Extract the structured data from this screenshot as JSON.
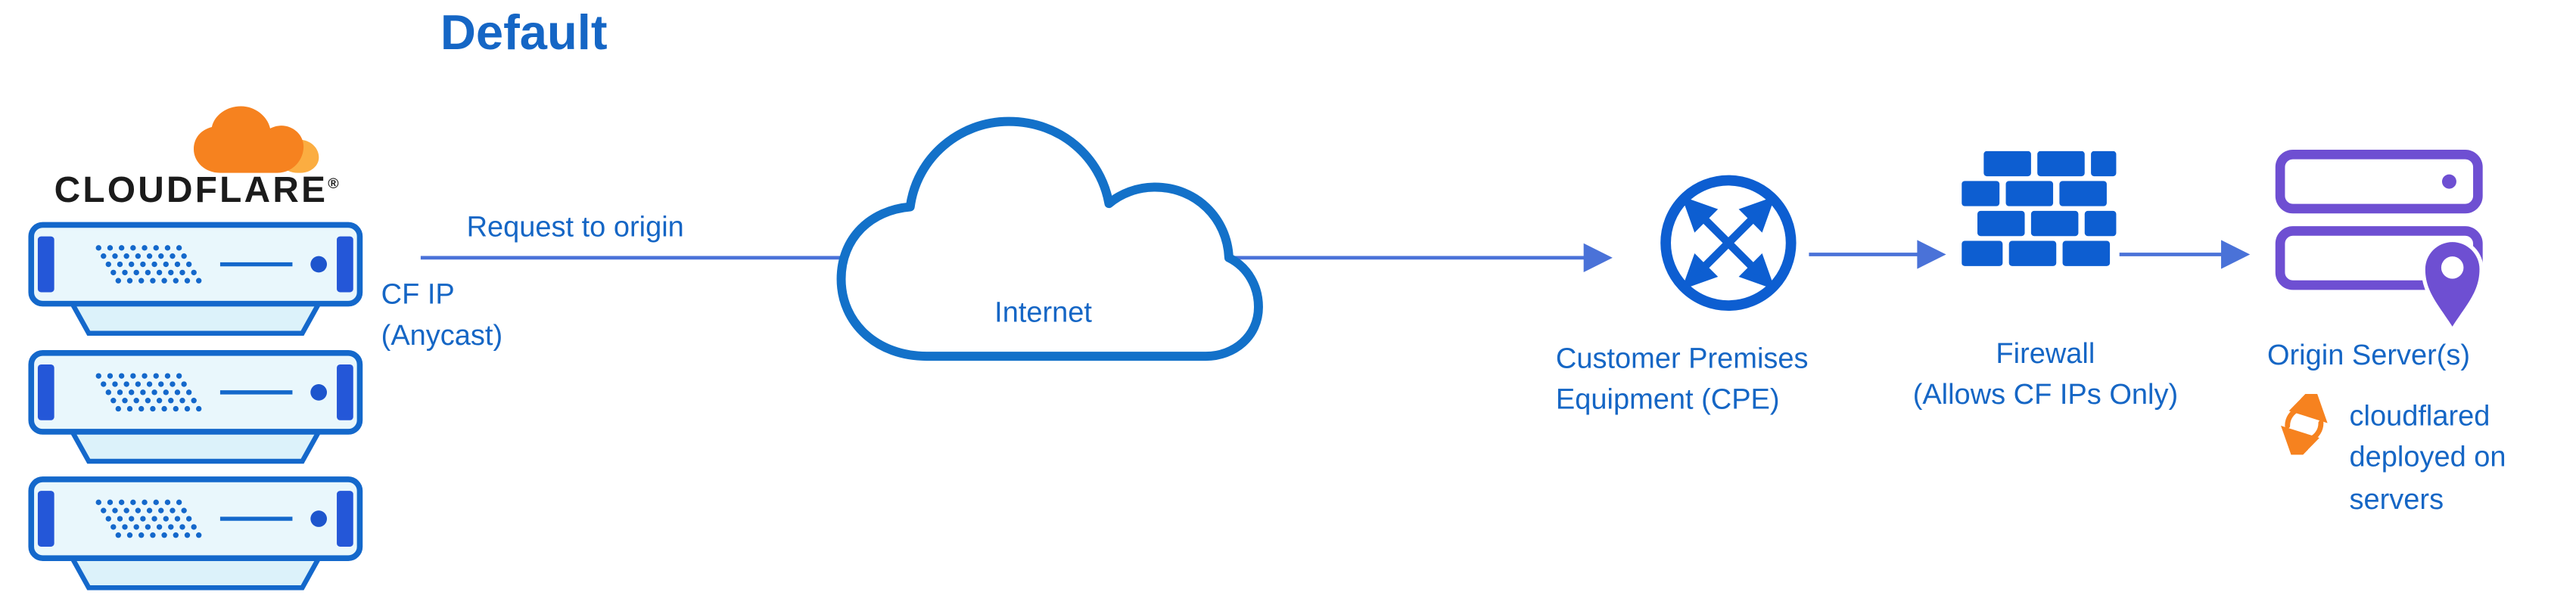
{
  "title": "Default",
  "colors": {
    "text_blue": "#1566c5",
    "icon_blue": "#0d5ed1",
    "arrow_blue": "#4a72d8",
    "internet_cloud_stroke": "#1371c9",
    "cloudflare_orange": "#f6821f",
    "cloudflare_orange_light": "#fbad41",
    "origin_purple": "#6e4fd2",
    "server_fill": "#e9f7fc"
  },
  "cloudflare_node": {
    "brand": "CLOUDFLARE",
    "registered_mark": "®",
    "ip_label": "CF IP (Anycast)"
  },
  "flow": {
    "request_label": "Request to origin"
  },
  "internet_node": {
    "label": "Internet"
  },
  "cpe_node": {
    "label": "Customer Premises Equipment (CPE)"
  },
  "firewall_node": {
    "line1": "Firewall",
    "line2": "(Allows CF IPs Only)"
  },
  "origin_node": {
    "label": "Origin Server(s)",
    "note": "cloudflared deployed on servers"
  }
}
